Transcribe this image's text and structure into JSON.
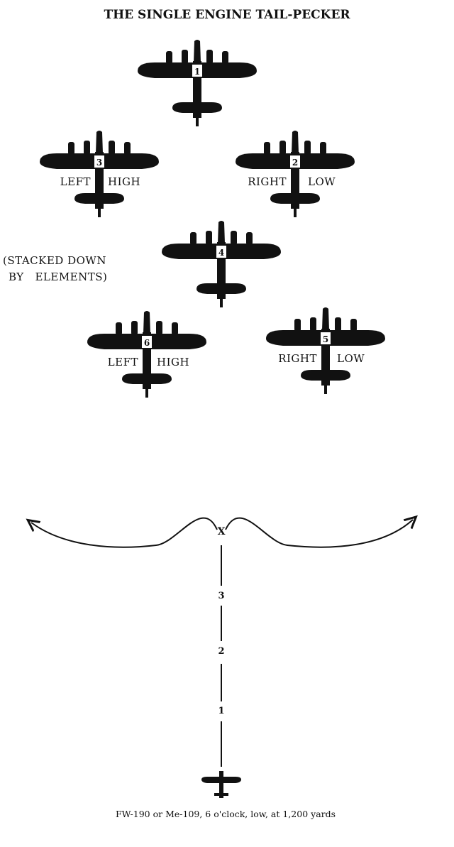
{
  "title": "THE SINGLE ENGINE TAIL-PECKER",
  "formation": {
    "planes": [
      {
        "number": "1",
        "left": "",
        "right": ""
      },
      {
        "number": "3",
        "left": "LEFT",
        "right": "HIGH"
      },
      {
        "number": "2",
        "left": "RIGHT",
        "right": "LOW"
      },
      {
        "number": "4",
        "left": "",
        "right": ""
      },
      {
        "number": "6",
        "left": "LEFT",
        "right": "HIGH"
      },
      {
        "number": "5",
        "left": "RIGHT",
        "right": "LOW"
      }
    ],
    "note_line1": "(STACKED DOWN",
    "note_line2": "BY   ELEMENTS)"
  },
  "attack": {
    "breakaway_mark": "X",
    "positions": [
      "3",
      "2",
      "1"
    ],
    "caption": "FW-190 or Me-109, 6 o'clock, low, at 1,200 yards"
  }
}
